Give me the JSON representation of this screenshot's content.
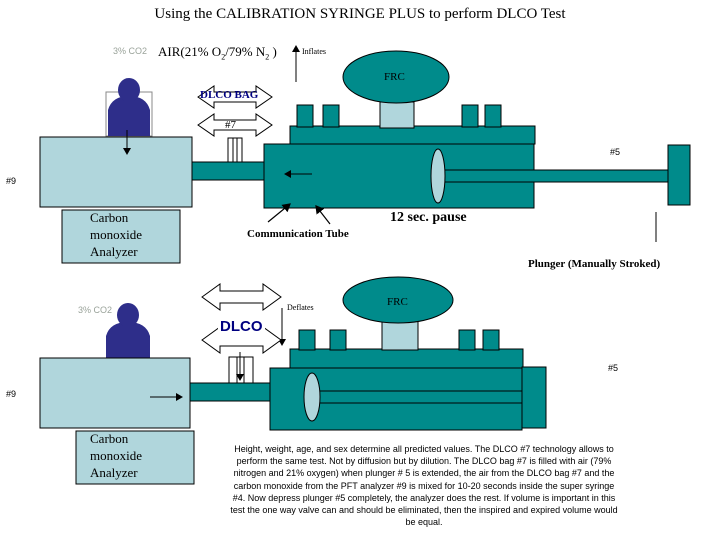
{
  "title": "Using the CALIBRATION SYRINGE PLUS to perform DLCO Test",
  "top": {
    "co2_label": "3% CO2",
    "air_label": "AIR(21% O",
    "air_sub1": "2",
    "air_mid": "/79% N",
    "air_sub2": "2",
    "air_end": " )",
    "inflates": "Inflates",
    "frc": "FRC",
    "dlco_bag": "DLCO BAG",
    "bag_number": "#7",
    "label_5": "#5",
    "label_9": "#9",
    "analyzer": [
      "Carbon",
      "monoxide",
      "Analyzer"
    ],
    "communication_tube": "Communication Tube",
    "pause": "12 sec. pause",
    "plunger": "Plunger (Manually Stroked)"
  },
  "bottom": {
    "co2_label": "3% CO2",
    "deflates": "Deflates",
    "frc": "FRC",
    "dlco": "DLCO",
    "label_5": "#5",
    "label_9": "#9",
    "analyzer": [
      "Carbon",
      "monoxide",
      "Analyzer"
    ]
  },
  "note_lines": [
    "Height, weight, age, and sex determine all predicted values. The DLCO #7 technology allows to",
    "perform the same test. Not by diffusion but by dilution. The DLCO bag #7 is filled with air (79%",
    "nitrogen and 21% oxygen) when plunger # 5 is extended, the air from the DLCO bag #7 and the",
    "carbon monoxide from the PFT analyzer #9 is mixed for 10-20 seconds inside the super syringe",
    "#4. Now depress plunger #5 completely, the analyzer does the rest. If volume is important in this",
    "test the one way valve can and should be eliminated, then the inspired and expired volume would",
    "be equal."
  ],
  "colors": {
    "teal": "#008b8b",
    "light_blue": "#b0d6dc",
    "navy": "#2e2e8a",
    "dark_text": "#000080"
  }
}
